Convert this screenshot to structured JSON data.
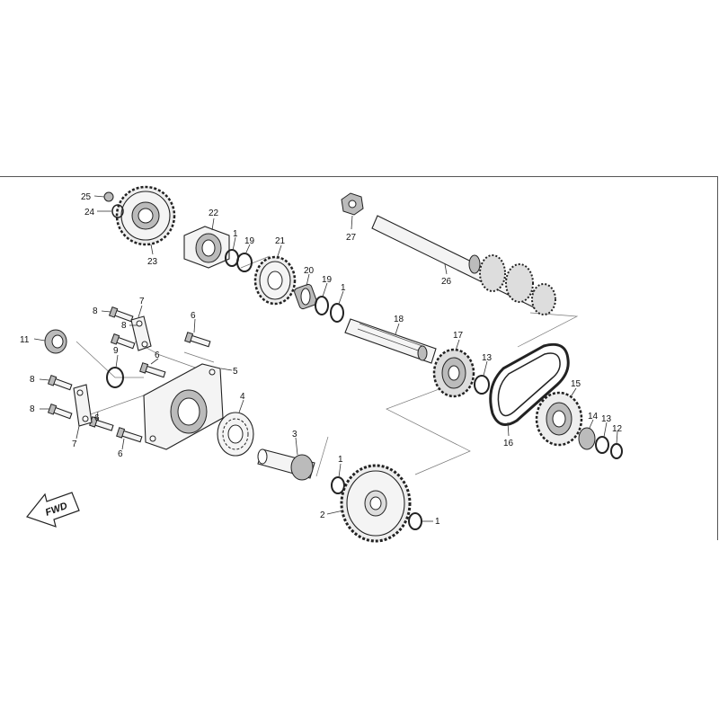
{
  "diagram": {
    "fwd_label": "FWD",
    "callouts": [
      {
        "id": "c1a",
        "label": "1"
      },
      {
        "id": "c1b",
        "label": "1"
      },
      {
        "id": "c1c",
        "label": "1"
      },
      {
        "id": "c1d",
        "label": "1"
      },
      {
        "id": "c2",
        "label": "2"
      },
      {
        "id": "c3",
        "label": "3"
      },
      {
        "id": "c4",
        "label": "4"
      },
      {
        "id": "c5",
        "label": "5"
      },
      {
        "id": "c6a",
        "label": "6"
      },
      {
        "id": "c6b",
        "label": "6"
      },
      {
        "id": "c6c",
        "label": "6"
      },
      {
        "id": "c6d",
        "label": "6"
      },
      {
        "id": "c7a",
        "label": "7"
      },
      {
        "id": "c7b",
        "label": "7"
      },
      {
        "id": "c8a",
        "label": "8"
      },
      {
        "id": "c8b",
        "label": "8"
      },
      {
        "id": "c8c",
        "label": "8"
      },
      {
        "id": "c8d",
        "label": "8"
      },
      {
        "id": "c9",
        "label": "9"
      },
      {
        "id": "c11",
        "label": "11"
      },
      {
        "id": "c12",
        "label": "12"
      },
      {
        "id": "c13a",
        "label": "13"
      },
      {
        "id": "c13b",
        "label": "13"
      },
      {
        "id": "c14",
        "label": "14"
      },
      {
        "id": "c15",
        "label": "15"
      },
      {
        "id": "c16",
        "label": "16"
      },
      {
        "id": "c17",
        "label": "17"
      },
      {
        "id": "c18",
        "label": "18"
      },
      {
        "id": "c19a",
        "label": "19"
      },
      {
        "id": "c19b",
        "label": "19"
      },
      {
        "id": "c20",
        "label": "20"
      },
      {
        "id": "c21",
        "label": "21"
      },
      {
        "id": "c22",
        "label": "22"
      },
      {
        "id": "c23",
        "label": "23"
      },
      {
        "id": "c24",
        "label": "24"
      },
      {
        "id": "c25",
        "label": "25"
      },
      {
        "id": "c26",
        "label": "26"
      },
      {
        "id": "c27",
        "label": "27"
      }
    ]
  }
}
